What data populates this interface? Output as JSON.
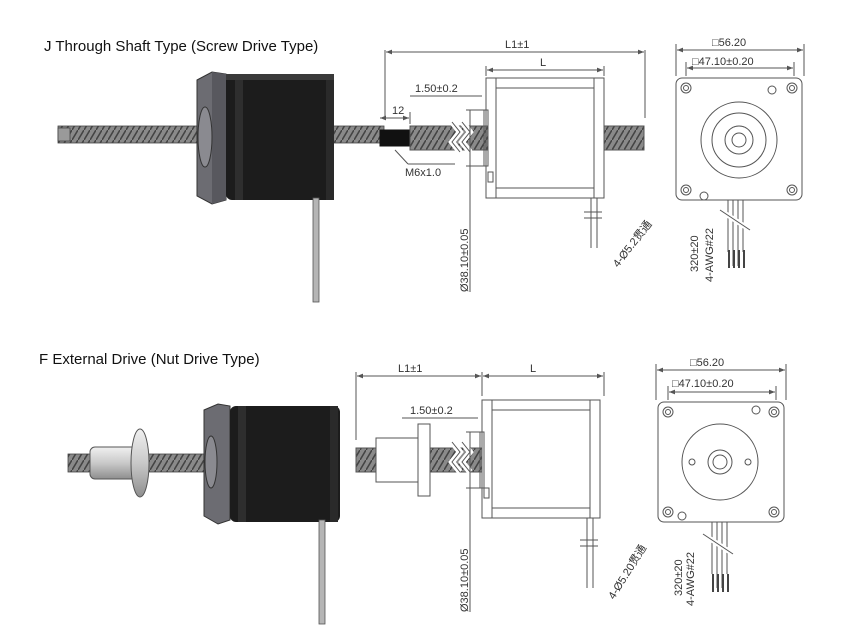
{
  "sections": [
    {
      "title": "J Through Shaft Type (Screw Drive Type)",
      "labels": {
        "overall_length": "L1±1",
        "body_length": "L",
        "boss_height": "1.50±0.2",
        "thread_length": "12",
        "thread": "M6x1.0",
        "boss_diameter": "Ø38.10±0.05",
        "flange_square": "□56.20",
        "hole_pitch": "□47.10±0.20",
        "holes": "4-Ø5.2贯通",
        "lead_length": "320±20",
        "wires": "4-AWG#22"
      }
    },
    {
      "title": "F External Drive (Nut Drive Type)",
      "labels": {
        "overall_length": "L1±1",
        "body_length": "L",
        "boss_height": "1.50±0.2",
        "boss_diameter": "Ø38.10±0.05",
        "flange_square": "□56.20",
        "hole_pitch": "□47.10±0.20",
        "holes": "4-Ø5.20贯通",
        "lead_length": "320±20",
        "wires": "4-AWG#22"
      }
    }
  ],
  "colors": {
    "motor_body": "#1c1c1c",
    "motor_cap": "#6c6c72",
    "line": "#555555",
    "screw": "#7a7a7a",
    "nut": "#c8c8c8"
  }
}
